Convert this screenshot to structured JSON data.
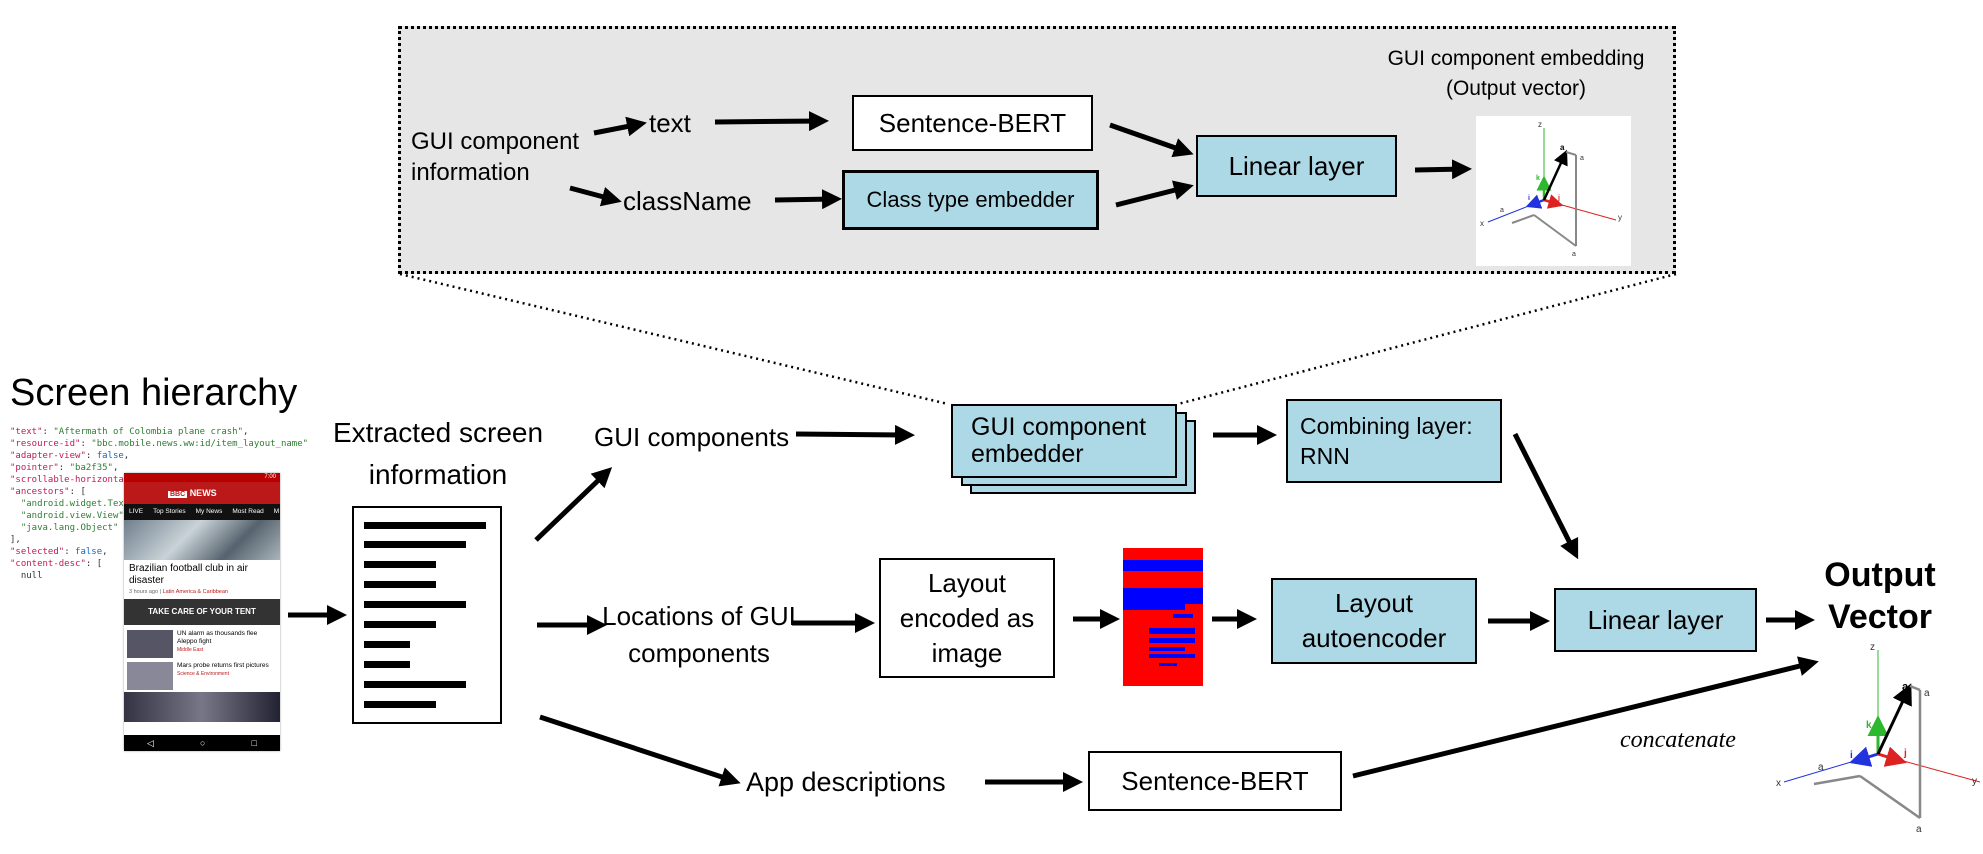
{
  "zoom_panel": {
    "input_label": "GUI component information",
    "text_label": "text",
    "classname_label": "className",
    "sbert_label": "Sentence-BERT",
    "class_embedder_label": "Class type embedder",
    "linear_label": "Linear layer",
    "output_title": "GUI component embedding (Output vector)",
    "axes": {
      "z": "z",
      "x": "x",
      "y": "y",
      "a": "a",
      "az": "a",
      "ax": "a",
      "ay": "a",
      "k": "k",
      "i": "i",
      "j": "j"
    }
  },
  "left": {
    "title": "Screen hierarchy",
    "code_lines": [
      [
        [
          "k",
          "\"text\""
        ],
        [
          "g",
          ": "
        ],
        [
          "s",
          "\"Aftermath of Colombia plane crash\""
        ],
        [
          "g",
          ","
        ]
      ],
      [
        [
          "k",
          "\"resource-id\""
        ],
        [
          "g",
          ": "
        ],
        [
          "s",
          "\"bbc.mobile.news.ww:id/item_layout_name\""
        ]
      ],
      [
        [
          "k",
          "\"adapter-view\""
        ],
        [
          "g",
          ": "
        ],
        [
          "n",
          "false"
        ],
        [
          "g",
          ","
        ]
      ],
      [
        [
          "k",
          "\"pointer\""
        ],
        [
          "g",
          ": "
        ],
        [
          "s",
          "\"ba2f35\""
        ],
        [
          "g",
          ","
        ]
      ],
      [
        [
          "k",
          "\"scrollable-horizontal\""
        ],
        [
          "g",
          ":"
        ]
      ],
      [
        [
          "k",
          "\"ancestors\""
        ],
        [
          "g",
          ": ["
        ]
      ],
      [
        [
          "g",
          "  "
        ],
        [
          "s",
          "\"android.widget.TextV"
        ]
      ],
      [
        [
          "g",
          "  "
        ],
        [
          "s",
          "\"android.view.View\""
        ],
        [
          "g",
          ","
        ]
      ],
      [
        [
          "g",
          "  "
        ],
        [
          "s",
          "\"java.lang.Object\""
        ]
      ],
      [
        [
          "g",
          "],"
        ]
      ],
      [
        [
          "k",
          "\"selected\""
        ],
        [
          "g",
          ": "
        ],
        [
          "n",
          "false"
        ],
        [
          "g",
          ","
        ]
      ],
      [
        [
          "k",
          "\"content-desc\""
        ],
        [
          "g",
          ": ["
        ]
      ],
      [
        [
          "g",
          "  null"
        ]
      ]
    ],
    "phone": {
      "status": "7:00",
      "brand": "NEWS",
      "tabs": [
        "LIVE",
        "Top Stories",
        "My News",
        "Most Read",
        "M"
      ],
      "headline": "Brazilian football club in air disaster",
      "meta_time": "3 hours ago",
      "meta_section": "Latin America & Caribbean",
      "ad_text": "TAKE CARE OF YOUR TENT",
      "story1": "UN alarm as thousands flee Aleppo fight",
      "story1_meta": "Middle East",
      "story2": "Mars probe returns first pictures",
      "story2_meta": "Science & Environment",
      "nav": [
        "◁",
        "○",
        "□"
      ]
    },
    "extracted_label": "Extracted screen information"
  },
  "middle": {
    "gui_components": "GUI components",
    "locations": "Locations of GUI components",
    "app_desc": "App descriptions",
    "embedder": "GUI component embedder",
    "layout_img": "Layout encoded as image",
    "sbert": "Sentence-BERT"
  },
  "right": {
    "combining": "Combining layer: RNN",
    "autoencoder": "Layout autoencoder",
    "linear": "Linear layer",
    "output": "Output Vector",
    "concatenate": "concatenate"
  },
  "colors": {
    "box_blue": "#add8e6",
    "panel_gray": "#e6e6e6",
    "layout_red": "#ff0000",
    "layout_blue": "#0000ff"
  }
}
